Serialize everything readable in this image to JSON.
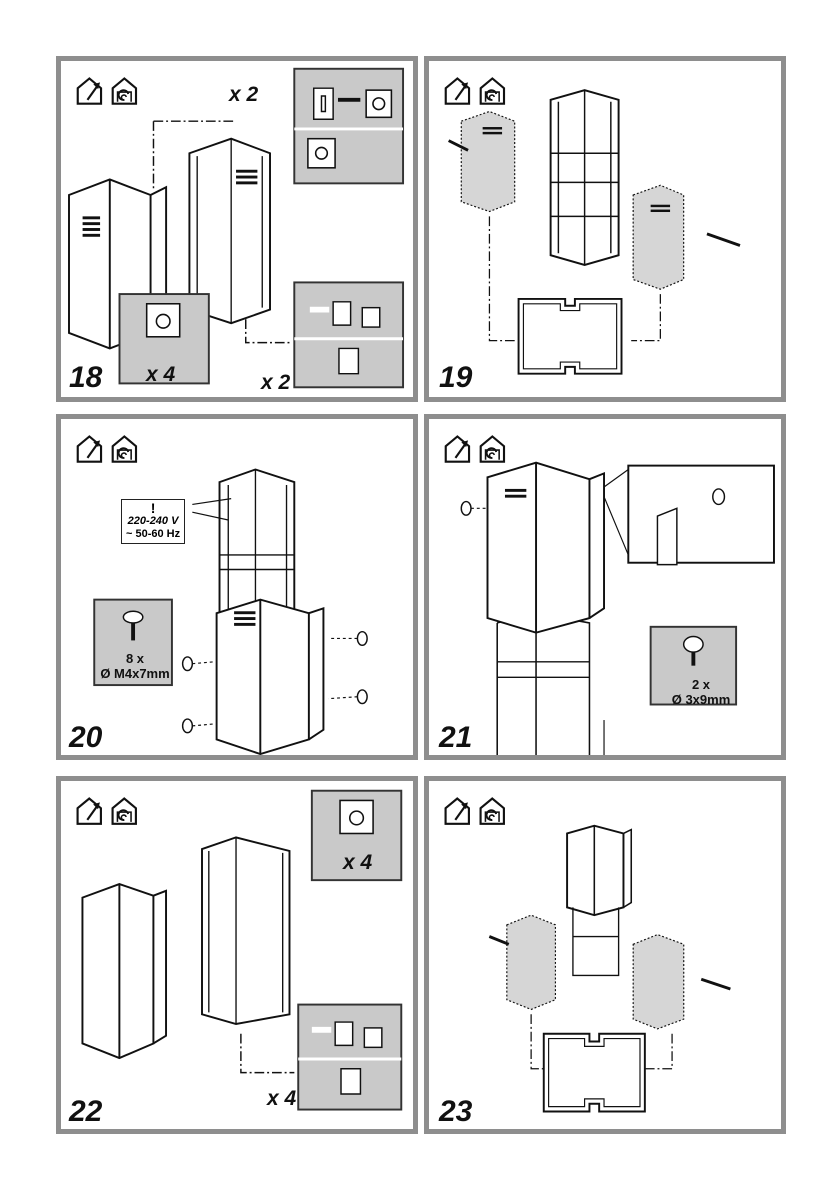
{
  "panels": [
    {
      "number": "18",
      "labels": {
        "top_count": "x 2",
        "box_count": "x 4",
        "bottom_count": "x 2"
      }
    },
    {
      "number": "19"
    },
    {
      "number": "20",
      "warning": {
        "voltage": "220-240 V",
        "frequency": "~ 50-60 Hz",
        "symbol": "!"
      },
      "screw": {
        "count": "8 x",
        "size": "Ø M4x7mm"
      }
    },
    {
      "number": "21",
      "screw": {
        "count": "2 x",
        "size": "Ø 3x9mm"
      }
    },
    {
      "number": "22",
      "labels": {
        "box_count": "x 4",
        "bottom_count": "x 4"
      }
    },
    {
      "number": "23"
    }
  ],
  "icons": [
    "ducted-exhaust-icon",
    "recirculation-icon"
  ],
  "colors": {
    "frame": "#8e8e8e",
    "detail_box": "#c9c9c9",
    "panel_fill": "#d6d6d6"
  }
}
